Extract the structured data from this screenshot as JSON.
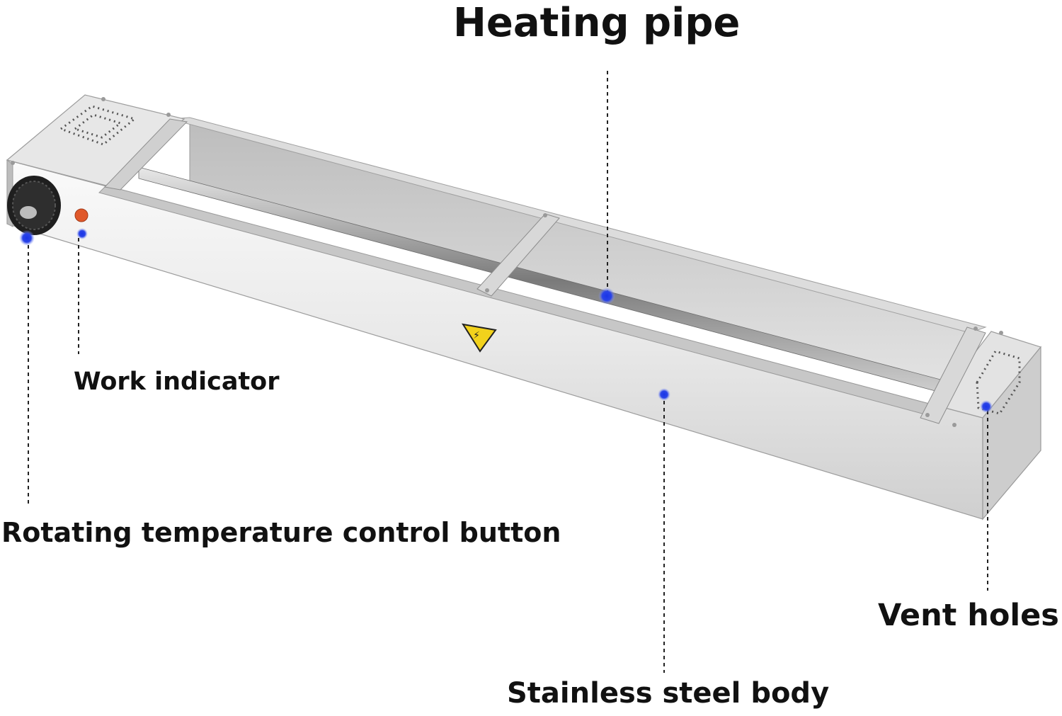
{
  "title": "Heating pipe",
  "callouts": {
    "heating_pipe": "Heating pipe",
    "work_indicator": "Work indicator",
    "temp_button": "Rotating temperature control button",
    "vent_holes": "Vent holes",
    "body": "Stainless steel body"
  },
  "colors": {
    "marker": "#1530d8",
    "indicator": "#e0582a",
    "warning": "#f2d21c",
    "steel_light": "#f2f2f2",
    "steel_mid": "#d4d4d4",
    "steel_dark": "#a8a8a8"
  }
}
